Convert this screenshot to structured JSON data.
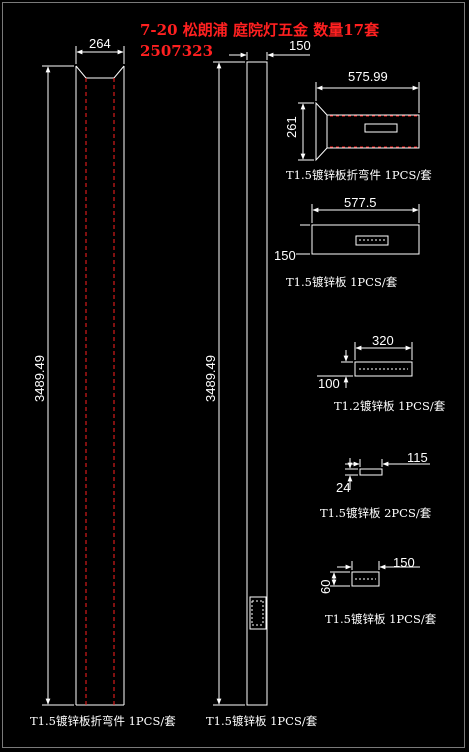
{
  "header": {
    "title": "7-20 松朗浦 庭院灯五金 数量17套",
    "code": "2507323"
  },
  "parts": [
    {
      "id": "p1",
      "width": "264",
      "length": "3489.49",
      "caption": "T1.5镀锌板折弯件 1PCS/套"
    },
    {
      "id": "p2",
      "width": "150",
      "length": "3489.49",
      "caption": "T1.5镀锌板 1PCS/套"
    },
    {
      "id": "p3",
      "width": "575.99",
      "height": "261",
      "caption": "T1.5镀锌板折弯件 1PCS/套"
    },
    {
      "id": "p4",
      "width": "577.5",
      "height": "150",
      "caption": "T1.5镀锌板 1PCS/套"
    },
    {
      "id": "p5",
      "width": "320",
      "height": "100",
      "caption": "T1.2镀锌板 1PCS/套"
    },
    {
      "id": "p6",
      "width": "115",
      "height": "24",
      "caption": "T1.5镀锌板 2PCS/套"
    },
    {
      "id": "p7",
      "width": "150",
      "height": "60",
      "caption": "T1.5镀锌板 1PCS/套"
    }
  ],
  "colors": {
    "background": "#000000",
    "outline": "#ffffff",
    "centerline": "#ff2020",
    "title": "#ff2020",
    "frame": "#7a7a7a"
  }
}
